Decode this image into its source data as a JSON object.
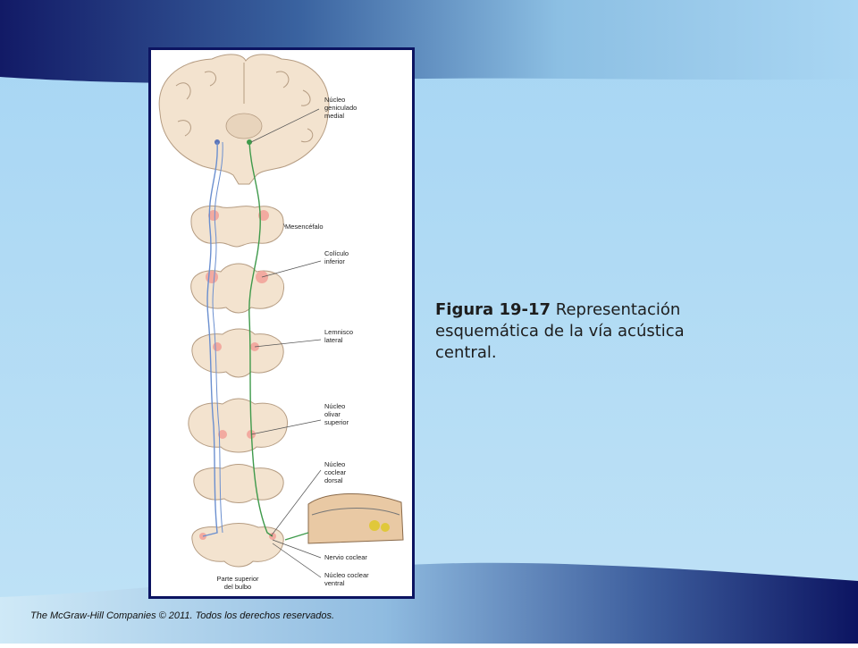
{
  "slide": {
    "caption_number": "Figura 19-17",
    "caption_text": " Representación esquemática de la vía acústica central.",
    "copyright": "The McGraw-Hill  Companies  © 2011.  Todos los derechos  reservados."
  },
  "figure": {
    "labels": {
      "medial_geniculate": [
        "Núcleo",
        "geniculado",
        "medial"
      ],
      "midbrain": [
        "Mesencéfalo"
      ],
      "inferior_colliculus": [
        "Colículo",
        "inferior"
      ],
      "lateral_lemniscus": [
        "Lemnisco",
        "lateral"
      ],
      "superior_olive": [
        "Núcleo",
        "olivar",
        "superior"
      ],
      "dorsal_cochlear": [
        "Núcleo",
        "coclear",
        "dorsal"
      ],
      "cochlear_nerve": [
        "Nervio coclear"
      ],
      "ventral_cochlear": [
        "Núcleo coclear",
        "ventral"
      ],
      "upper_medulla": [
        "Parte superior",
        "del bulbo"
      ]
    }
  },
  "colors": {
    "bg_light": "#a9d6f3",
    "band_dark": "#0c1461",
    "frame_border": "#0c1461",
    "tissue": "#f3e3cf",
    "tissue_stroke": "#b59c82",
    "nucleus_pink": "#f2aaa0",
    "path_blue": "#6b8fcf",
    "path_green": "#3f9a4b"
  }
}
